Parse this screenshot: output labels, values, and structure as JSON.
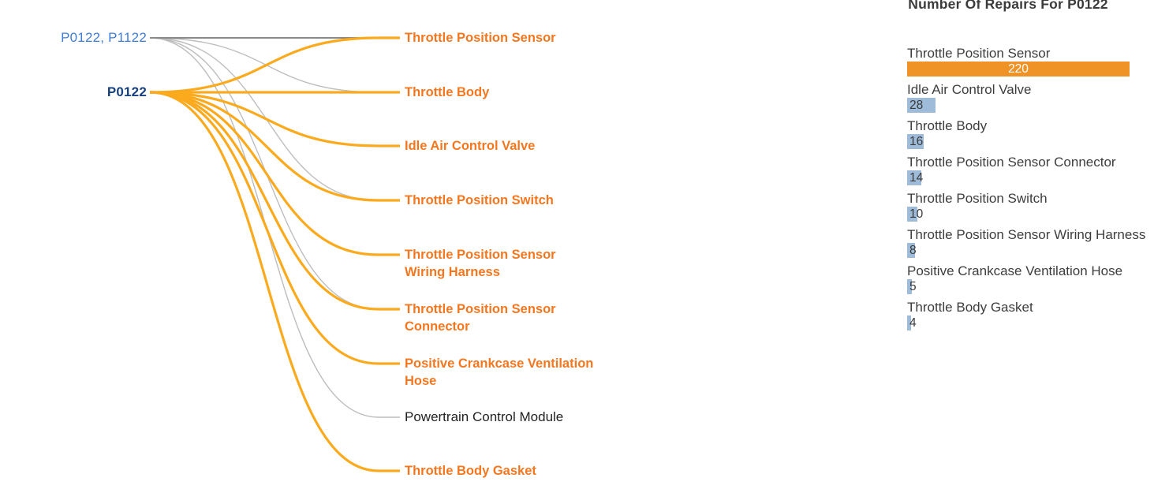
{
  "diagram": {
    "sources": [
      {
        "label": "P0122, P1122",
        "bold": false
      },
      {
        "label": "P0122",
        "bold": true
      }
    ],
    "targets": [
      {
        "label": "Throttle Position Sensor",
        "muted": false
      },
      {
        "label": "Throttle Body",
        "muted": false
      },
      {
        "label": "Idle Air Control Valve",
        "muted": false
      },
      {
        "label": "Throttle Position Switch",
        "muted": false
      },
      {
        "label": "Throttle Position Sensor Wiring Harness",
        "muted": false
      },
      {
        "label": "Throttle Position Sensor Connector",
        "muted": false
      },
      {
        "label": "Positive Crankcase Ventilation Hose",
        "muted": false
      },
      {
        "label": "Powertrain Control Module",
        "muted": true
      },
      {
        "label": "Throttle Body Gasket",
        "muted": false
      }
    ],
    "edges": [
      {
        "from": 0,
        "to": 0,
        "shade": "gray_dark"
      },
      {
        "from": 0,
        "to": 1,
        "shade": "gray"
      },
      {
        "from": 0,
        "to": 3,
        "shade": "gray"
      },
      {
        "from": 0,
        "to": 5,
        "shade": "gray"
      },
      {
        "from": 0,
        "to": 7,
        "shade": "gray"
      },
      {
        "from": 1,
        "to": 0,
        "shade": "orange"
      },
      {
        "from": 1,
        "to": 1,
        "shade": "orange"
      },
      {
        "from": 1,
        "to": 2,
        "shade": "orange"
      },
      {
        "from": 1,
        "to": 3,
        "shade": "orange"
      },
      {
        "from": 1,
        "to": 4,
        "shade": "orange"
      },
      {
        "from": 1,
        "to": 5,
        "shade": "orange"
      },
      {
        "from": 1,
        "to": 6,
        "shade": "orange"
      },
      {
        "from": 1,
        "to": 8,
        "shade": "orange"
      }
    ]
  },
  "chart": {
    "title": "Number Of Repairs For P0122",
    "rows": [
      {
        "label": "Throttle Position Sensor",
        "value": 220,
        "highlight": true
      },
      {
        "label": "Idle Air Control Valve",
        "value": 28,
        "highlight": false
      },
      {
        "label": "Throttle Body",
        "value": 16,
        "highlight": false
      },
      {
        "label": "Throttle Position Sensor Connector",
        "value": 14,
        "highlight": false
      },
      {
        "label": "Throttle Position Switch",
        "value": 10,
        "highlight": false
      },
      {
        "label": "Throttle Position Sensor Wiring Harness",
        "value": 8,
        "highlight": false
      },
      {
        "label": "Positive Crankcase Ventilation Hose",
        "value": 5,
        "highlight": false
      },
      {
        "label": "Throttle Body Gasket",
        "value": 4,
        "highlight": false
      }
    ]
  },
  "chart_data": {
    "type": "bar",
    "orientation": "horizontal",
    "title": "Number Of Repairs For P0122",
    "categories": [
      "Throttle Position Sensor",
      "Idle Air Control Valve",
      "Throttle Body",
      "Throttle Position Sensor Connector",
      "Throttle Position Switch",
      "Throttle Position Sensor Wiring Harness",
      "Positive Crankcase Ventilation Hose",
      "Throttle Body Gasket"
    ],
    "values": [
      220,
      28,
      16,
      14,
      10,
      8,
      5,
      4
    ],
    "xlabel": "",
    "ylabel": "",
    "xlim": [
      0,
      220
    ],
    "grid": false,
    "legend": false,
    "highlight_category": "Throttle Position Sensor"
  },
  "colors": {
    "edge_orange": "#FBAA1E",
    "edge_gray": "#BDBDBD",
    "edge_gray_dark": "#8A8A8A",
    "label_orange": "#F4771F",
    "label_dark": "#222222",
    "source_blue": "#3E7CD7",
    "source_navy": "#17417E",
    "bar_orange": "#EF9327",
    "bar_blue": "#9EBCDA",
    "value_dark": "#3A3A3A",
    "value_light": "#FFFFFF",
    "title_gray": "#3B3B3B",
    "bar_label_gray": "#3D3D3D"
  }
}
